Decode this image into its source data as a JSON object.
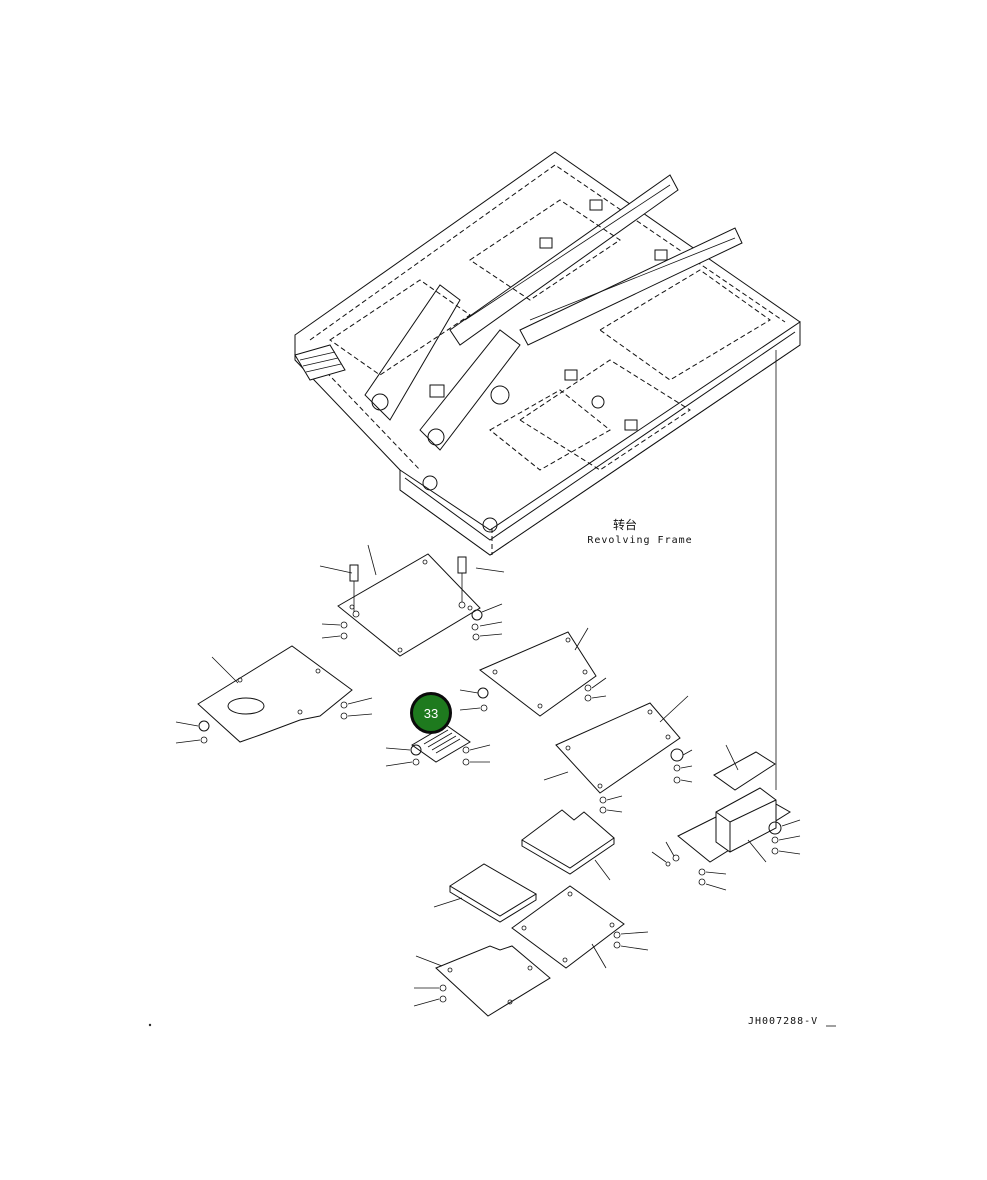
{
  "diagram": {
    "frame_label_cn": "转台",
    "frame_label_en": "Revolving Frame",
    "drawing_code": "JH007288-V",
    "callout": {
      "number": "33",
      "color": "#1e7a1e"
    }
  }
}
